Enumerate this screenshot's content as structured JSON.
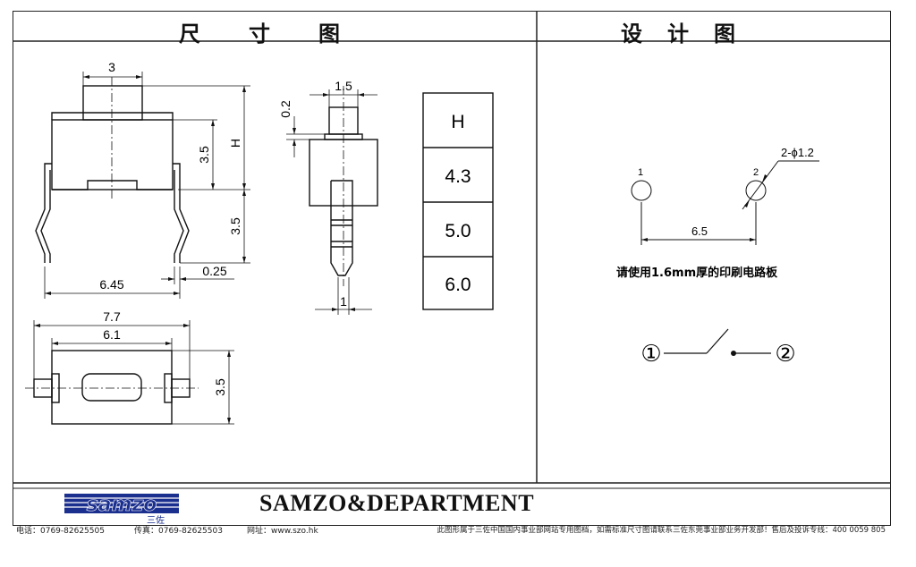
{
  "header": {
    "left_title": "尺　　寸　　图",
    "right_title": "设　计　图"
  },
  "dimensions": {
    "top_width": "3",
    "height_lower": "3.5",
    "height_h": "H",
    "pin_length": "3.5",
    "base_width": "6.45",
    "pin_offset": "0.25",
    "side_top_width": "1.5",
    "side_gap": "0.2",
    "side_pin_width": "1",
    "bottom_total": "7.7",
    "bottom_inner": "6.1",
    "bottom_height": "3.5"
  },
  "height_table": {
    "header": "H",
    "values": [
      "4.3",
      "5.0",
      "6.0"
    ]
  },
  "pcb": {
    "hole_label": "2-ϕ1.2",
    "pin1": "1",
    "pin2": "2",
    "spacing": "6.5",
    "note": "请使用1.6mm厚的印刷电路板"
  },
  "schematic": {
    "node1": "①",
    "node2": "②"
  },
  "footer": {
    "logo_text": "samzo",
    "logo_sub": "三佐",
    "department": "SAMZO&DEPARTMENT",
    "phone": "电话：0769-82625505",
    "fax": "传真：0769-82625503",
    "website": "网址：www.szo.hk",
    "notice": "此图形属于三佐中国国内事业部网站专用图档，如需标准尺寸图请联系三佐东莞事业部业务开发部！售后及投诉专线：400 0059 805"
  },
  "colors": {
    "logo_blue": "#1b2f8f",
    "line": "#111111"
  }
}
